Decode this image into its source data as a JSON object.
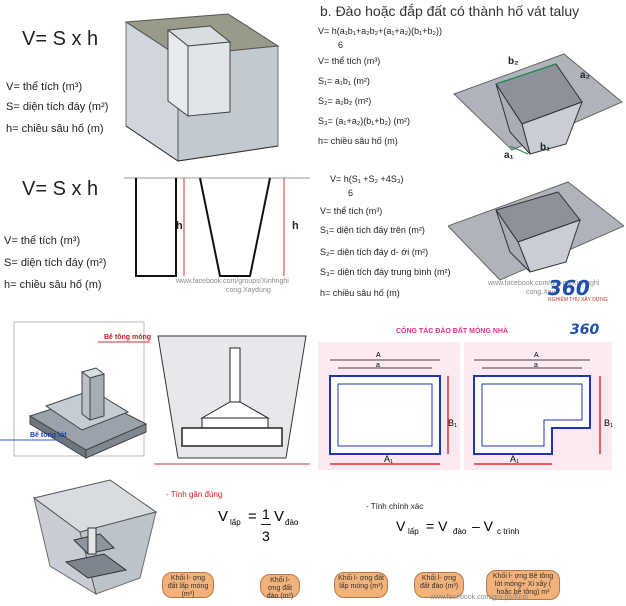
{
  "top_left": {
    "formula": "V= S x h",
    "lines": [
      "V= thể tích (m³)",
      "S= diện tích đáy (m²)",
      "h= chiều sâu hố (m)"
    ]
  },
  "top_right": {
    "title": "b. Đào hoặc đắp đất có thành hố vát taluy",
    "formula_main": "V= h(a₁b₁+a₂b₂+(a₁+a₂)(b₁+b₂))",
    "formula_den": "6",
    "lines": [
      "V= thể tích (m³)",
      "S₁= a₁b₁    (m²)",
      "S₂= a₂b₂    (m²)",
      "S₃= (a₁+a₂)(b₁+b₂) (m²)",
      "h= chiều sâu hố (m)"
    ],
    "labels": {
      "b2": "b₂",
      "a2": "a₂",
      "a1": "a₁",
      "b1": "b₁"
    }
  },
  "mid_left": {
    "formula": "V= S x h",
    "lines": [
      "V= thể tích (m³)",
      "S= diện tích đáy (m²)",
      "h= chiều sâu hố (m)"
    ],
    "h_label": "h",
    "watermark": "www.facebook.com/groups/Xinhnghi",
    "watermark2": "cong.Xaydung"
  },
  "mid_right": {
    "formula_main": "V= h(S₁ +S₂ +4S₃)",
    "formula_den": "6",
    "lines": [
      "V= thể tích (m³)",
      "S₁= diện tích đáy trên (m²)",
      "S₂= diện tích đáy d- ới (m²)",
      "S₃= diện tích đáy trung bình (m²)",
      "h= chiều sâu hố (m)"
    ],
    "watermark": "www.facebook.com/gro-ps/Xinhnghi",
    "watermark2": "cong.Xay"
  },
  "logo": {
    "text": "360",
    "sub": "NGHIỆM THU XÂY DỰNG"
  },
  "bottom": {
    "label_be_tong_mong": "Bê tông móng",
    "label_be_tong_lot": "Bê tông lót",
    "plan_title": "CÔNG TÁC ĐÀO ĐẤT MÓNG NHÀ",
    "dim_A": "A",
    "dim_a": "a",
    "dim_B1": "B₁",
    "dim_A1": "A₁",
    "approx_title": "- Tính gần đúng",
    "approx_formula": {
      "lhs": "V",
      "lhs_sub": "lấp",
      "eq": "=",
      "num": "1",
      "den": "3",
      "rhs": "V",
      "rhs_sub": "đào"
    },
    "exact_title": "- Tính chính xác",
    "exact_formula": {
      "lhs": "V",
      "lhs_sub": "lấp",
      "eq": "= V",
      "mid_sub": "đào",
      "minus": "– V",
      "rhs_sub": "c trình"
    },
    "bubbles": [
      "Khối l- ợng đất lấp móng (m³)",
      "Khối l- ợng đất đào (m³)",
      "Khối l- ợng đất lấp móng (m³)",
      "Khối l- ợng đất đào (m³)",
      "Khối l- ợng Bê tông lót móng+ Xi xây ( hoặc bê tông) m³"
    ],
    "watermark": "www.facebook.com/gro-ps/Xinh"
  }
}
